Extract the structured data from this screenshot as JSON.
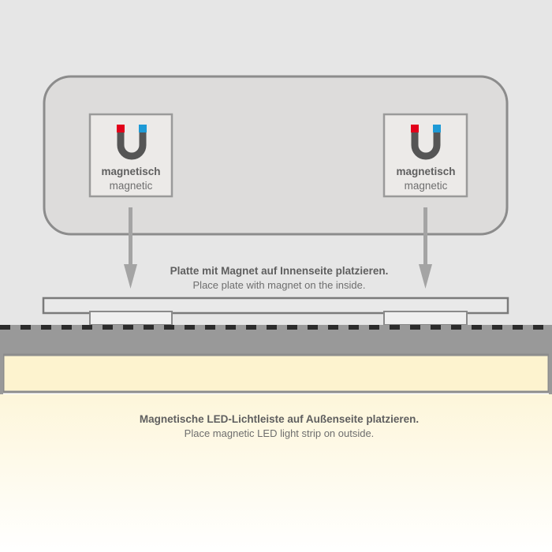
{
  "magnet_cards": [
    {
      "label_de": "magnetisch",
      "label_en": "magnetic",
      "icon": "horseshoe-magnet-icon"
    },
    {
      "label_de": "magnetisch",
      "label_en": "magnetic",
      "icon": "horseshoe-magnet-icon"
    }
  ],
  "instructions": {
    "plate_de": "Platte mit Magnet auf Innenseite platzieren.",
    "plate_en": "Place plate with magnet on the inside.",
    "strip_de": "Magnetische LED-Lichtleiste auf Außenseite platzieren.",
    "strip_en": "Place magnetic LED light strip on outside."
  },
  "colors": {
    "background_top": "#e6e6e6",
    "panel_fill": "#dddcdb",
    "outline_gray": "#8c8c8c",
    "magnet_body": "#555555",
    "magnet_red": "#e2001a",
    "magnet_blue": "#1e9ad6",
    "led_warm": "#fdf3cf",
    "glow_fade": "#ffffff"
  }
}
